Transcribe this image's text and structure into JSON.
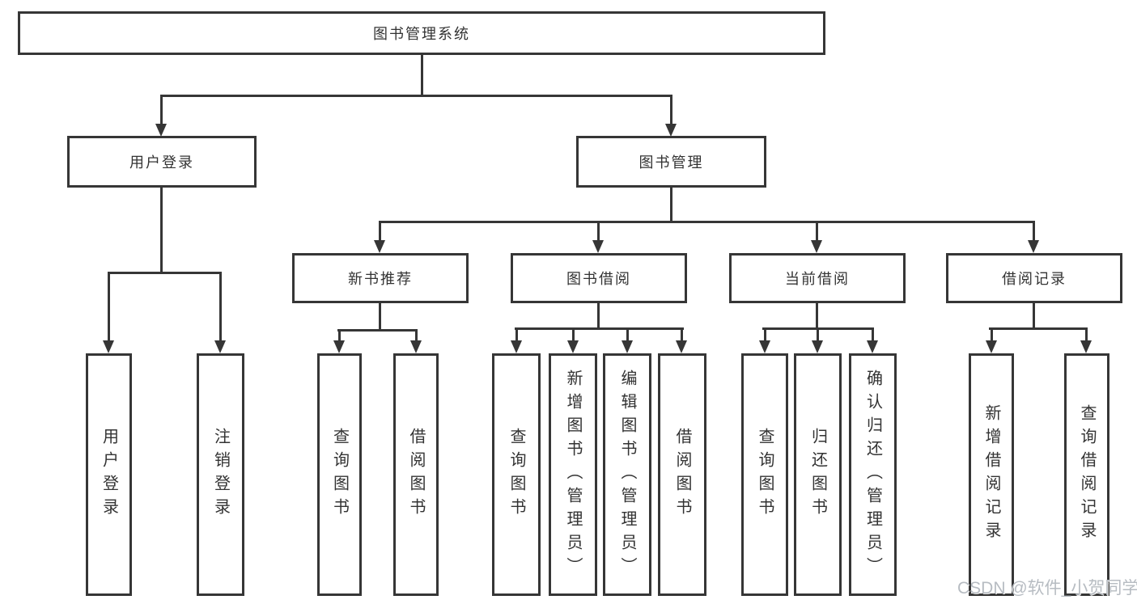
{
  "tree": {
    "root": "图书管理系统",
    "user_branch": {
      "label": "用户登录",
      "children": [
        "用户登录",
        "注销登录"
      ]
    },
    "book_branch": {
      "label": "图书管理",
      "sections": [
        {
          "label": "新书推荐",
          "children": [
            "查询图书",
            "借阅图书"
          ]
        },
        {
          "label": "图书借阅",
          "children": [
            "查询图书",
            "新增图书（管理员）",
            "编辑图书（管理员）",
            "借阅图书"
          ]
        },
        {
          "label": "当前借阅",
          "children": [
            "查询图书",
            "归还图书",
            "确认归还（管理员）"
          ]
        },
        {
          "label": "借阅记录",
          "children": [
            "新增借阅记录",
            "查询借阅记录"
          ]
        }
      ]
    }
  },
  "watermark": "CSDN @软件_小贺同学",
  "colors": {
    "line": "#363636",
    "text": "#333333",
    "watermark": "#b7bcc2",
    "background": "#ffffff"
  }
}
